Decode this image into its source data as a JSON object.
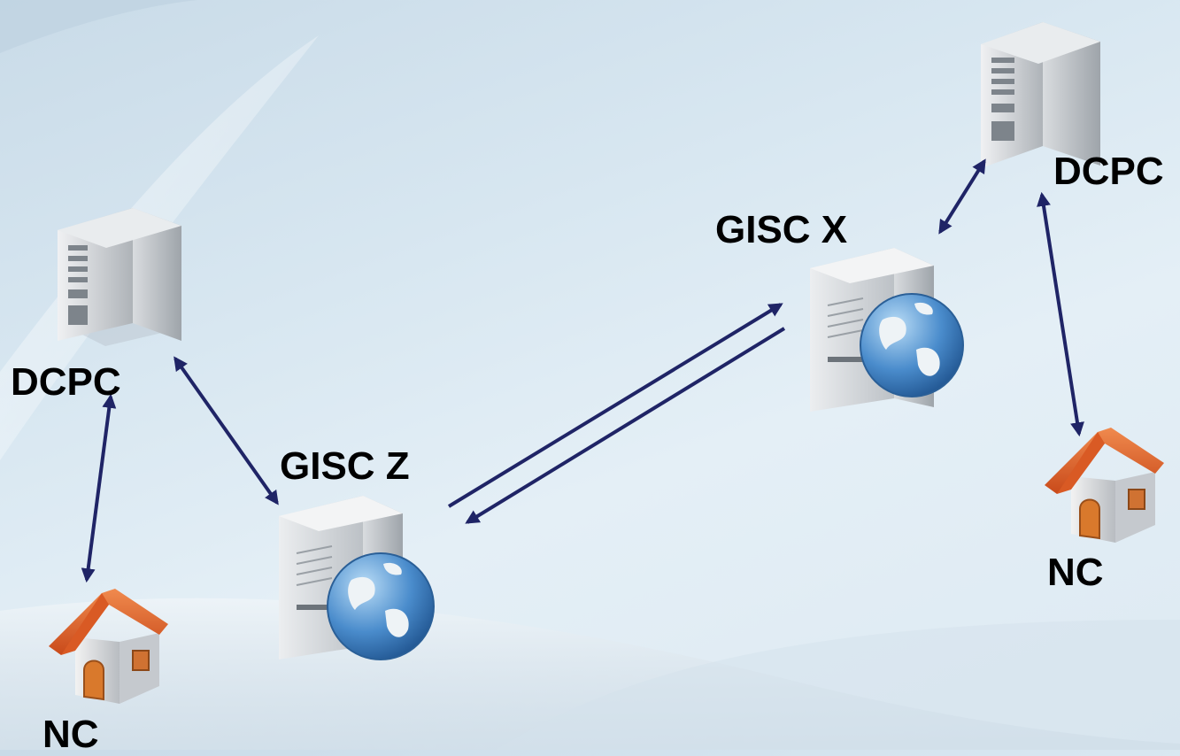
{
  "nodes": {
    "dcpc_left": {
      "label": "DCPC",
      "icon": "storage-server-icon"
    },
    "dcpc_right": {
      "label": "DCPC",
      "icon": "storage-server-icon"
    },
    "gisc_z": {
      "label": "GISC Z",
      "icon": "globe-server-icon"
    },
    "gisc_x": {
      "label": "GISC X",
      "icon": "globe-server-icon"
    },
    "nc_left": {
      "label": "NC",
      "icon": "house-icon"
    },
    "nc_right": {
      "label": "NC",
      "icon": "house-icon"
    }
  },
  "connections": [
    {
      "from": "dcpc_left",
      "to": "nc_left",
      "direction": "both"
    },
    {
      "from": "dcpc_left",
      "to": "gisc_z",
      "direction": "both"
    },
    {
      "from": "gisc_z",
      "to": "gisc_x",
      "direction": "forward"
    },
    {
      "from": "gisc_x",
      "to": "gisc_z",
      "direction": "forward"
    },
    {
      "from": "gisc_x",
      "to": "dcpc_right",
      "direction": "both"
    },
    {
      "from": "dcpc_right",
      "to": "nc_right",
      "direction": "both"
    }
  ],
  "colors": {
    "arrow": "#1f2466",
    "roof": "#e0642a",
    "server": "#c4c8cc",
    "globe": "#3f7fc0"
  }
}
